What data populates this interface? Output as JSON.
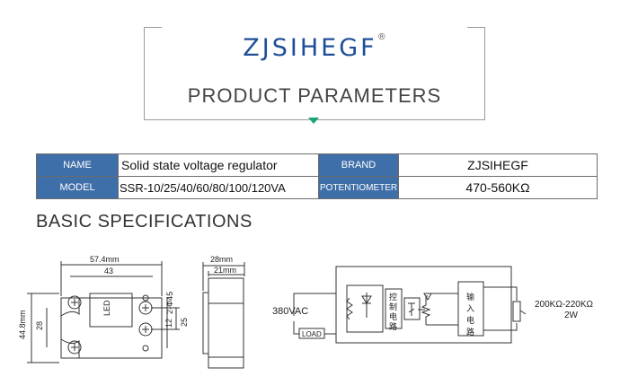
{
  "header": {
    "brand": "ZJSIHEGF",
    "registered_mark": "®",
    "subtitle": "PRODUCT PARAMETERS"
  },
  "params": {
    "row1": {
      "label1": "NAME",
      "value1": "Solid state voltage regulator",
      "label2": "BRAND",
      "value2": "ZJSIHEGF"
    },
    "row2": {
      "label1": "MODEL",
      "value1": "SSR-10/25/40/60/80/100/120VA",
      "label2": "POTENTIOMETER",
      "value2": "470-560KΩ"
    }
  },
  "section_title": "BASIC SPECIFICATIONS",
  "dimensions": {
    "width_total": "57.4mm",
    "width_holes": "43",
    "height_total": "44.8mm",
    "height_inner": "28",
    "hole_label": "2-Φ45",
    "terminal_pitch": "12",
    "terminal_height": "25",
    "led_label": "LED",
    "depth_total": "28mm",
    "depth_inner": "21mm"
  },
  "circuit": {
    "supply": "380VAC",
    "load": "LOAD",
    "control_block": [
      "控",
      "制",
      "电",
      "路"
    ],
    "input_block": [
      "输",
      "入",
      "电",
      "路"
    ],
    "pot_range": "200KΩ-220KΩ",
    "pot_power": "2W"
  }
}
